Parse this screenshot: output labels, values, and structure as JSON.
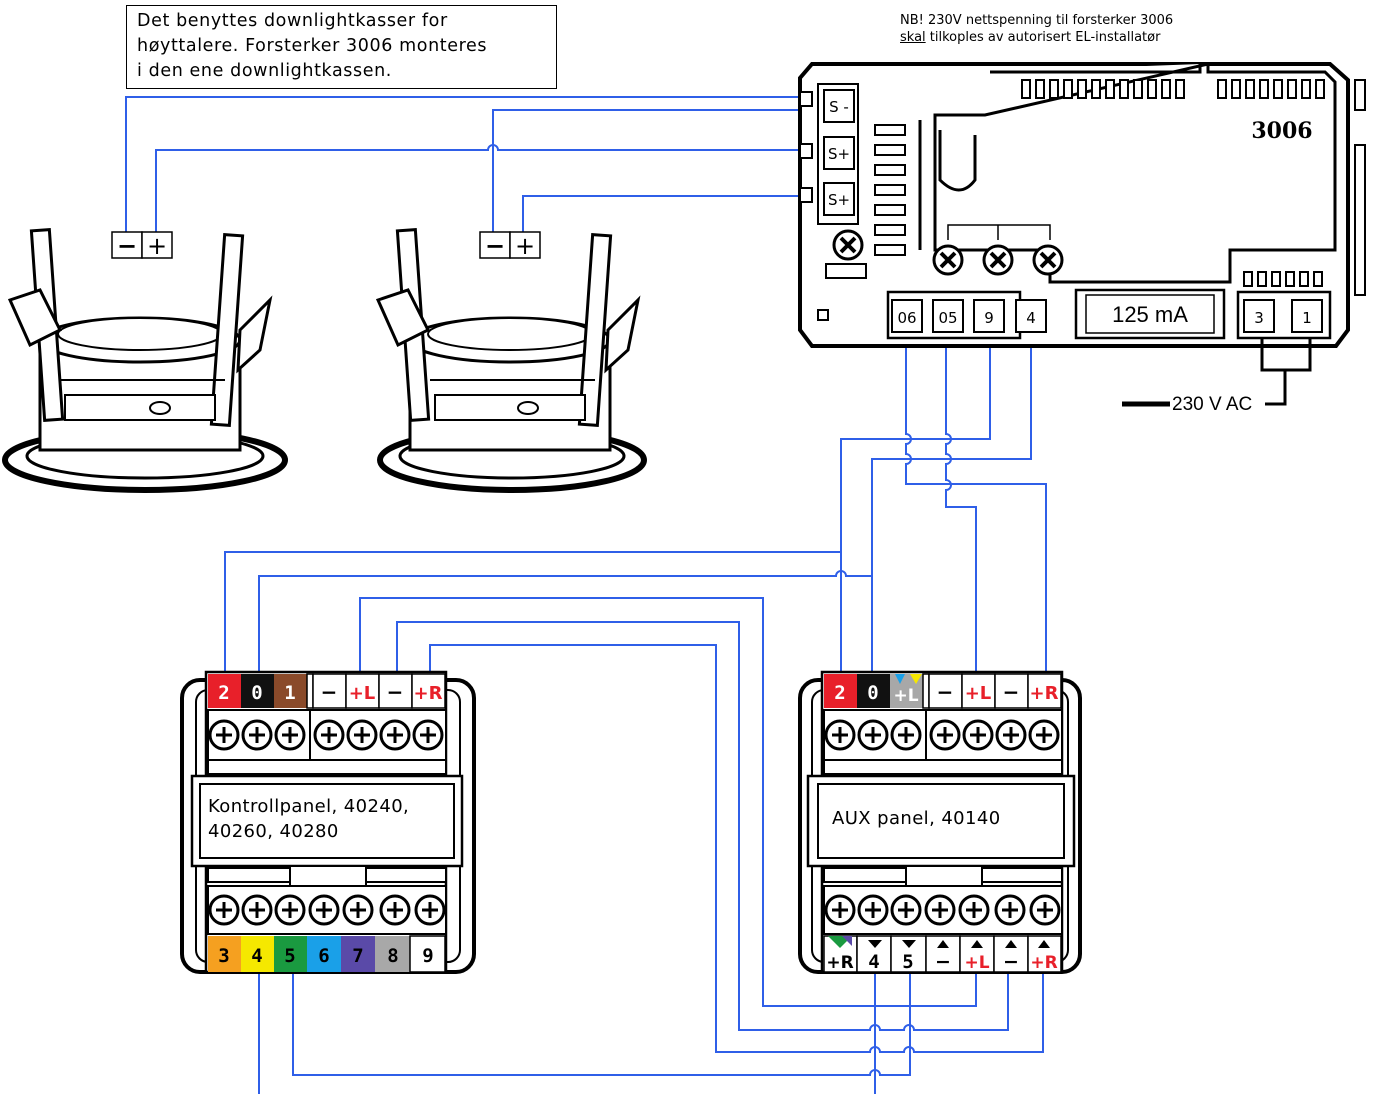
{
  "note": {
    "line1": "Det benyttes downlightkasser for",
    "line2": "høyttalere. Forsterker 3006 monteres",
    "line3": "i den ene downlightkassen."
  },
  "warning": {
    "line1": "NB! 230V nettspenning til forsterker 3006",
    "underlined": "skal",
    "line2_rest": " tilkoples av autorisert EL-installatør"
  },
  "amplifier": {
    "model": "3006",
    "speaker_terminals": [
      "S -",
      "S+",
      "S+"
    ],
    "bottom_terminals": [
      "06",
      "05",
      "9",
      "4"
    ],
    "fuse": "125 mA",
    "power_terminals": [
      "3",
      "1"
    ],
    "power_label": "230 V AC"
  },
  "speakers": {
    "left_terminals": [
      "−",
      "+"
    ],
    "right_terminals": [
      "−",
      "+"
    ]
  },
  "control_panel": {
    "label_line1": "Kontrollpanel, 40240,",
    "label_line2": "40260, 40280",
    "top_terminals": [
      "2",
      "0",
      "1",
      "−",
      "+L",
      "−",
      "+R"
    ],
    "bottom_terminals": [
      "3",
      "4",
      "5",
      "6",
      "7",
      "8",
      "9"
    ]
  },
  "aux_panel": {
    "label": "AUX panel, 40140",
    "top_terminals": [
      "2",
      "0",
      "+L",
      "−",
      "+L",
      "−",
      "+R"
    ],
    "bottom_terminals": [
      "+R",
      "4",
      "5",
      "−",
      "+L",
      "−",
      "+R"
    ]
  },
  "colors": {
    "wire": "#2f5fe8",
    "red": "#e8202a",
    "brown": "#8a4a2a",
    "orange": "#f5a020",
    "yellow": "#f5e800",
    "green": "#1a9a40",
    "cyan": "#1aa0e8",
    "purple": "#5a4aa8",
    "grey": "#a8a8a8"
  }
}
